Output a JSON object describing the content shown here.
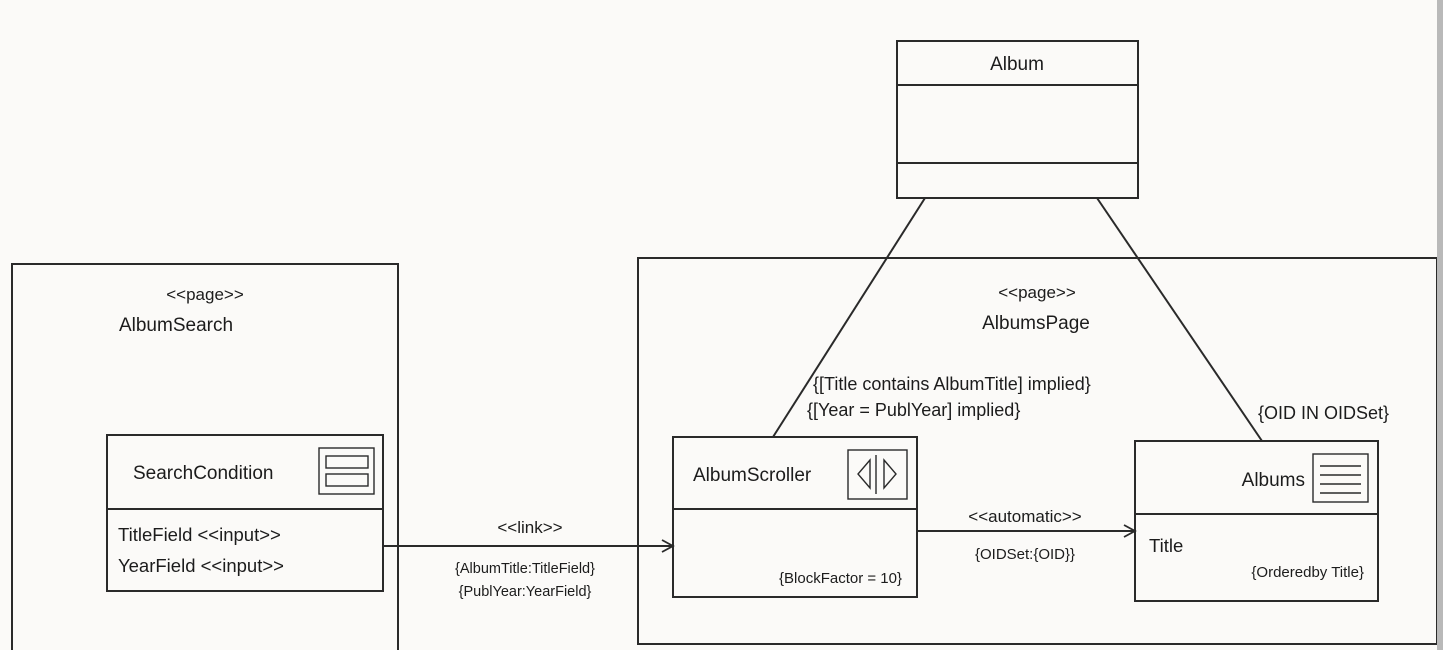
{
  "album": {
    "name": "Album"
  },
  "album_search": {
    "stereotype": "<<page>>",
    "name": "AlbumSearch",
    "search_condition": {
      "name": "SearchCondition",
      "icon": "entry-form-icon",
      "fields": [
        "TitleField <<input>>",
        "YearField <<input>>"
      ]
    }
  },
  "albums_page": {
    "stereotype": "<<page>>",
    "name": "AlbumsPage",
    "album_scroller": {
      "name": "AlbumScroller",
      "icon": "scroller-arrows-icon",
      "property": "{BlockFactor = 10}"
    },
    "albums": {
      "name": "Albums",
      "icon": "index-list-icon",
      "attribute": "Title",
      "property": "{Orderedby  Title}"
    }
  },
  "links": {
    "link_label": "<<link>>",
    "link_params": [
      "{AlbumTitle:TitleField}",
      "{PublYear:YearField}"
    ],
    "automatic_label": "<<automatic>>",
    "automatic_params": "{OIDSet:{OID}}"
  },
  "selectors": {
    "scroller_conditions": [
      "{[Title contains AlbumTitle] implied}",
      "{[Year = PublYear] implied}"
    ],
    "albums_condition": "{OID IN OIDSet}"
  }
}
